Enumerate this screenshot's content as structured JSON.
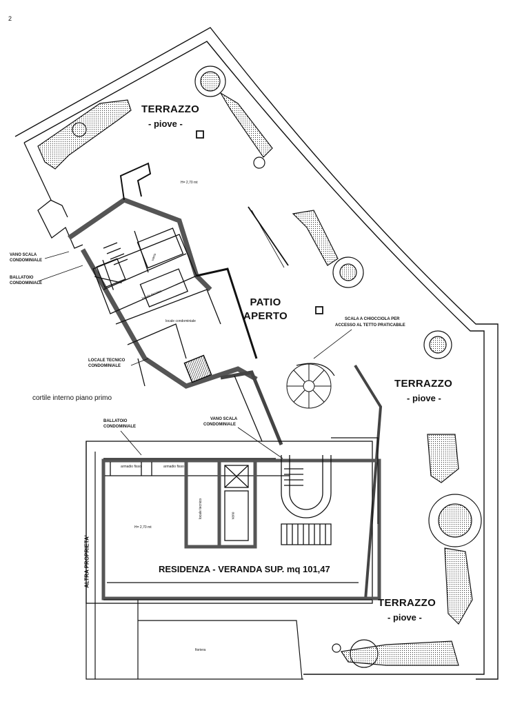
{
  "corner_mark": "2",
  "terrazzo_top": {
    "title": "TERRAZZO",
    "subtitle": "- piove -"
  },
  "terrazzo_right": {
    "title": "TERRAZZO",
    "subtitle": "- piove -"
  },
  "terrazzo_bottom": {
    "title": "TERRAZZO",
    "subtitle": "- piove -"
  },
  "patio": {
    "line1": "PATIO",
    "line2": "APERTO"
  },
  "height_upper": "H= 2,70 mt",
  "height_lower": "H= 2,70 mt",
  "locale_condominiale": "locale condominiale",
  "locale_tecnico_top": "locale tecnico",
  "vano_top": "vano",
  "scala_chiocciola": {
    "line1": "SCALA A CHIOCCIOLA PER",
    "line2": "ACCESSO AL TETTO PRATICABILE"
  },
  "vano_scala_left": {
    "line1": "VANO SCALA",
    "line2": "CONDOMINIALE"
  },
  "ballatoio_left": {
    "line1": "BALLATOIO",
    "line2": "CONDOMINIALE"
  },
  "locale_tecnico_condominiale": {
    "line1": "LOCALE TECNICO",
    "line2": "CONDOMINIALE"
  },
  "cortile": "cortile interno piano primo",
  "ballatoio_lower": {
    "line1": "BALLATOIO",
    "line2": "CONDOMINIALE"
  },
  "vano_scala_lower": {
    "line1": "VANO SCALA",
    "line2": "CONDOMINIALE"
  },
  "altra_proprieta": "ALTRA PROPRIETA'",
  "residenza": "RESIDENZA - VERANDA SUP. mq 101,47",
  "armadio_1": "armadio fisso",
  "armadio_2": "armadio fisso",
  "locale_tecnico_lower": "locale tecnico",
  "vano_lower": "vano",
  "fioriera": "fioriera"
}
